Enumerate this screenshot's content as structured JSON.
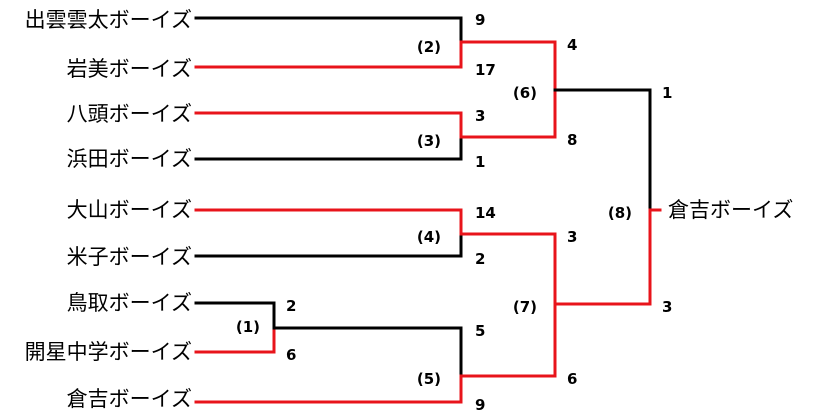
{
  "colors": {
    "winner": "#e8141b",
    "loser": "#000000"
  },
  "teams": [
    {
      "name": "出雲雲太ボーイズ"
    },
    {
      "name": "岩美ボーイズ"
    },
    {
      "name": "八頭ボーイズ"
    },
    {
      "name": "浜田ボーイズ"
    },
    {
      "name": "大山ボーイズ"
    },
    {
      "name": "米子ボーイズ"
    },
    {
      "name": "鳥取ボーイズ"
    },
    {
      "name": "開星中学ボーイズ"
    },
    {
      "name": "倉吉ボーイズ"
    }
  ],
  "games": [
    {
      "id": "1",
      "label": "(1)",
      "top_score": "2",
      "bottom_score": "6"
    },
    {
      "id": "2",
      "label": "(2)",
      "top_score": "9",
      "bottom_score": "17"
    },
    {
      "id": "3",
      "label": "(3)",
      "top_score": "3",
      "bottom_score": "1"
    },
    {
      "id": "4",
      "label": "(4)",
      "top_score": "14",
      "bottom_score": "2"
    },
    {
      "id": "5",
      "label": "(5)",
      "top_score": "5",
      "bottom_score": "9"
    },
    {
      "id": "6",
      "label": "(6)",
      "top_score": "4",
      "bottom_score": "8"
    },
    {
      "id": "7",
      "label": "(7)",
      "top_score": "3",
      "bottom_score": "6"
    },
    {
      "id": "8",
      "label": "(8)",
      "top_score": "1",
      "bottom_score": "3"
    }
  ],
  "champion": {
    "name": "倉吉ボーイズ"
  }
}
